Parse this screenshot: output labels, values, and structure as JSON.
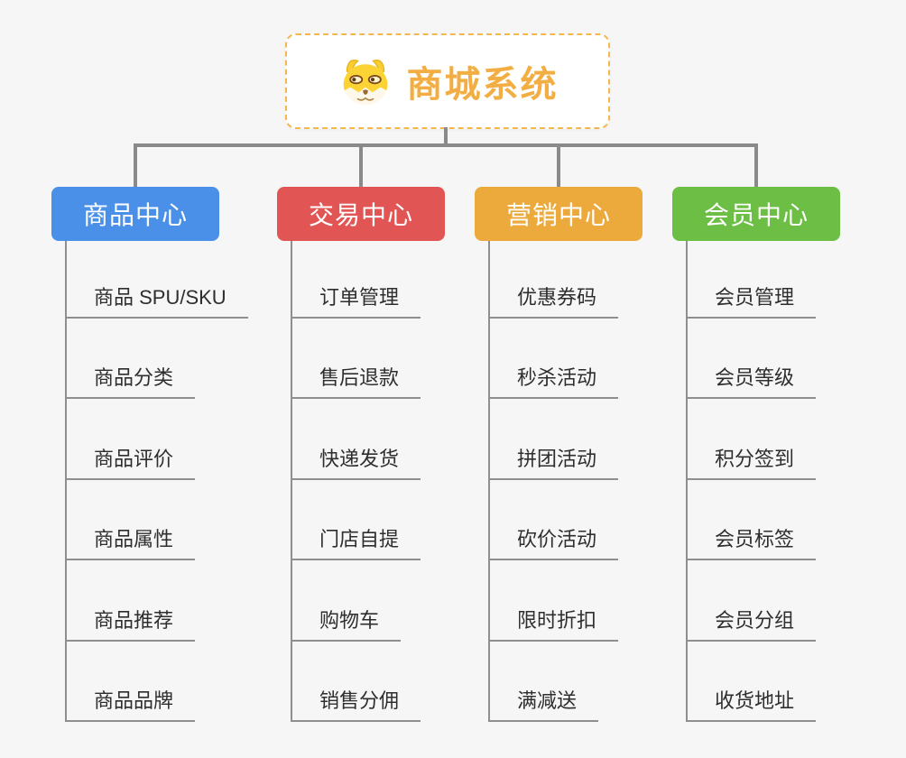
{
  "page": {
    "background_color": "#f6f6f6",
    "connector_color": "#8a8a8a",
    "child_line_color": "#8f8f8f"
  },
  "root": {
    "title": "商城系统",
    "icon": "shiba-dog-icon",
    "border_color": "#f6b64e",
    "title_color": "#f2ae43"
  },
  "branches": [
    {
      "label": "商品中心",
      "color": "#4a90e8",
      "children": [
        "商品 SPU/SKU",
        "商品分类",
        "商品评价",
        "商品属性",
        "商品推荐",
        "商品品牌"
      ]
    },
    {
      "label": "交易中心",
      "color": "#e15654",
      "children": [
        "订单管理",
        "售后退款",
        "快递发货",
        "门店自提",
        "购物车",
        "销售分佣"
      ]
    },
    {
      "label": "营销中心",
      "color": "#ecaa3d",
      "children": [
        "优惠券码",
        "秒杀活动",
        "拼团活动",
        "砍价活动",
        "限时折扣",
        "满减送"
      ]
    },
    {
      "label": "会员中心",
      "color": "#6cbe44",
      "children": [
        "会员管理",
        "会员等级",
        "积分签到",
        "会员标签",
        "会员分组",
        "收货地址"
      ]
    }
  ]
}
